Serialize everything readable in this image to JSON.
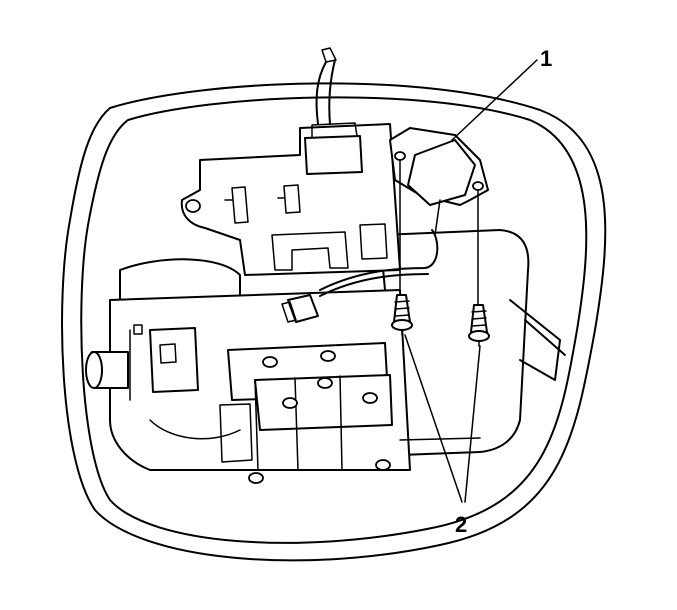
{
  "diagram": {
    "callouts": [
      {
        "id": "1",
        "label": "1",
        "part": "sensor-module"
      },
      {
        "id": "2",
        "label": "2",
        "part": "mounting-screws"
      }
    ],
    "colors": {
      "line": "#000000",
      "background": "#ffffff"
    }
  }
}
